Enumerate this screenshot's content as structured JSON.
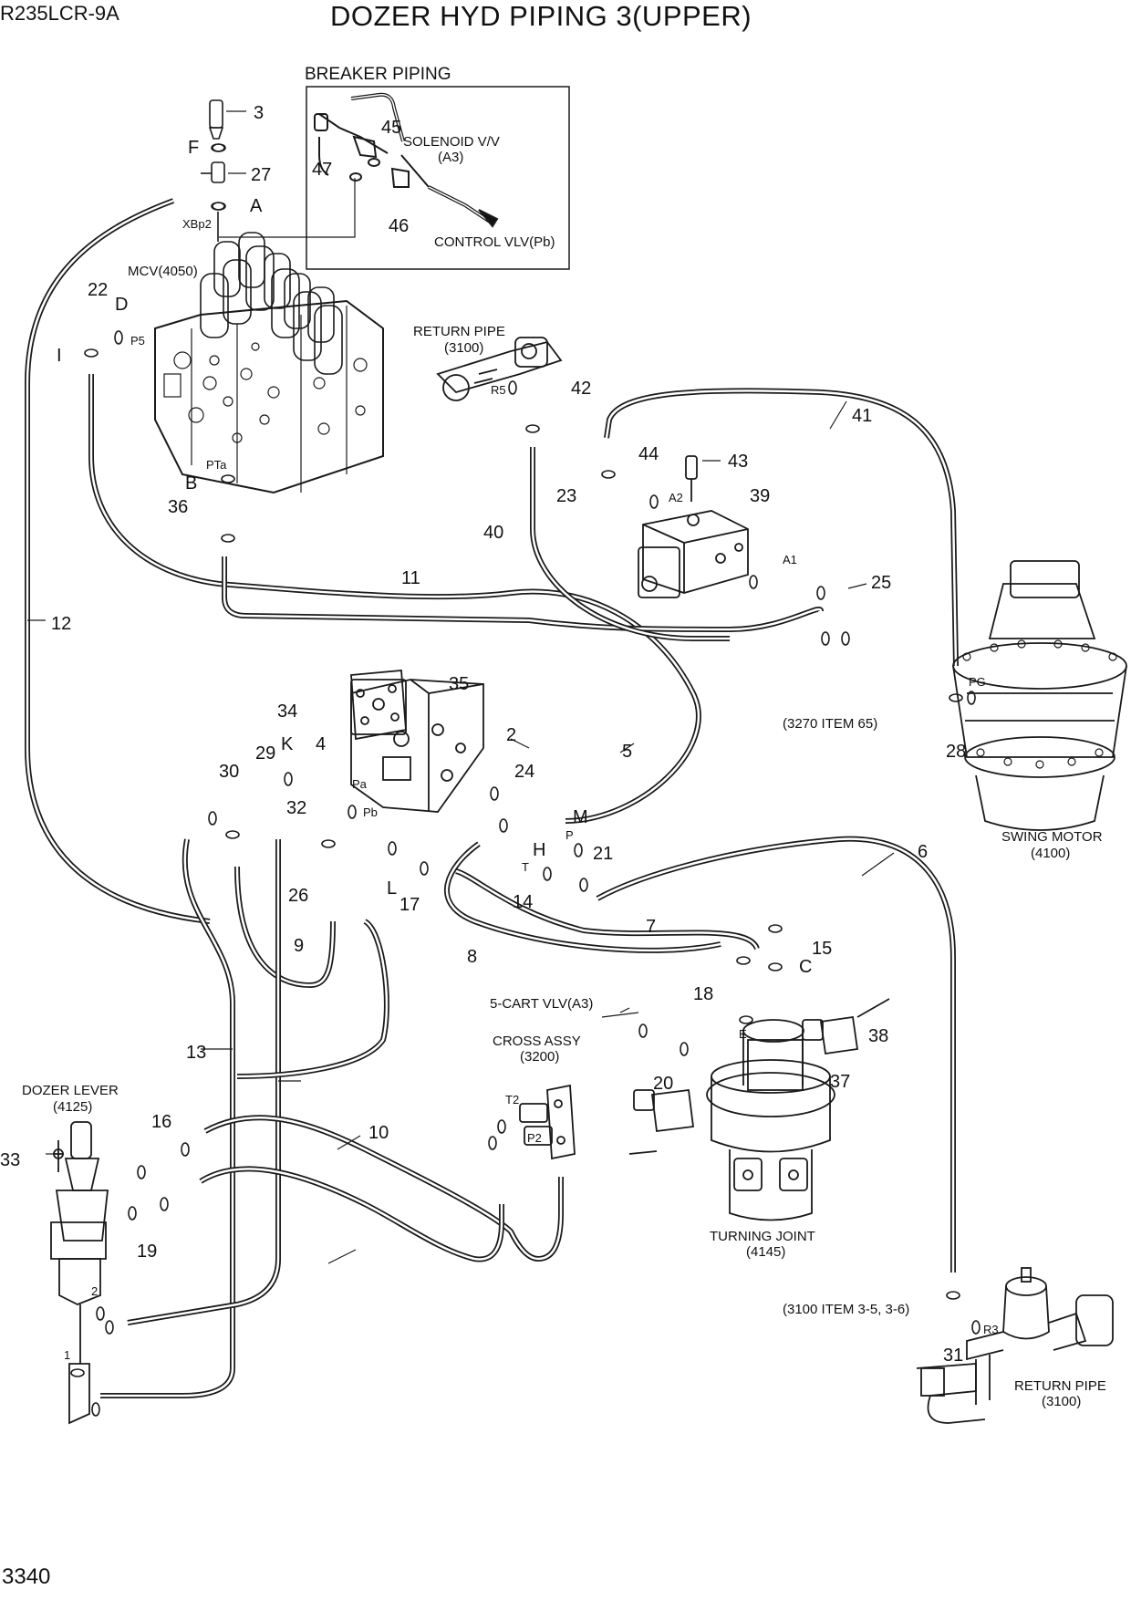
{
  "header": {
    "model": "R235LCR-9A",
    "title": "DOZER HYD PIPING 3(UPPER)"
  },
  "footer": {
    "page": "3340"
  },
  "breaker_box": {
    "title": "BREAKER PIPING",
    "solenoid": "SOLENOID V/V",
    "solenoid_sub": "(A3)",
    "control": "CONTROL VLV(Pb)"
  },
  "components": {
    "mcv": "MCV(4050)",
    "return_pipe_top": "RETURN PIPE",
    "return_pipe_top_no": "(3100)",
    "swing_motor": "SWING MOTOR",
    "swing_motor_no": "(4100)",
    "item_3270": "(3270 ITEM 65)",
    "cart_valve": "5-CART VLV(A3)",
    "cross_assy": "CROSS ASSY",
    "cross_assy_no": "(3200)",
    "dozer_lever": "DOZER LEVER",
    "dozer_lever_no": "(4125)",
    "turning_joint": "TURNING JOINT",
    "turning_joint_no": "(4145)",
    "item_3100": "(3100 ITEM 3-5, 3-6)",
    "return_pipe_bottom": "RETURN PIPE",
    "return_pipe_bottom_no": "(3100)"
  },
  "callouts": [
    "3",
    "27",
    "45",
    "47",
    "46",
    "22",
    "36",
    "42",
    "44",
    "43",
    "23",
    "39",
    "40",
    "25",
    "41",
    "11",
    "12",
    "35",
    "34",
    "4",
    "2",
    "29",
    "30",
    "32",
    "24",
    "21",
    "5",
    "28",
    "26",
    "17",
    "14",
    "15",
    "18",
    "20",
    "9",
    "8",
    "7",
    "6",
    "38",
    "37",
    "16",
    "13",
    "10",
    "33",
    "19",
    "31"
  ],
  "port_labels": [
    "F",
    "A",
    "XBp2",
    "D",
    "I",
    "P5",
    "B",
    "PTa",
    "R5",
    "A1",
    "A2",
    "PG",
    "Pa",
    "Pb",
    "K",
    "P",
    "T",
    "L",
    "M",
    "H",
    "C",
    "E",
    "T2",
    "P2",
    "2",
    "1",
    "R3"
  ]
}
